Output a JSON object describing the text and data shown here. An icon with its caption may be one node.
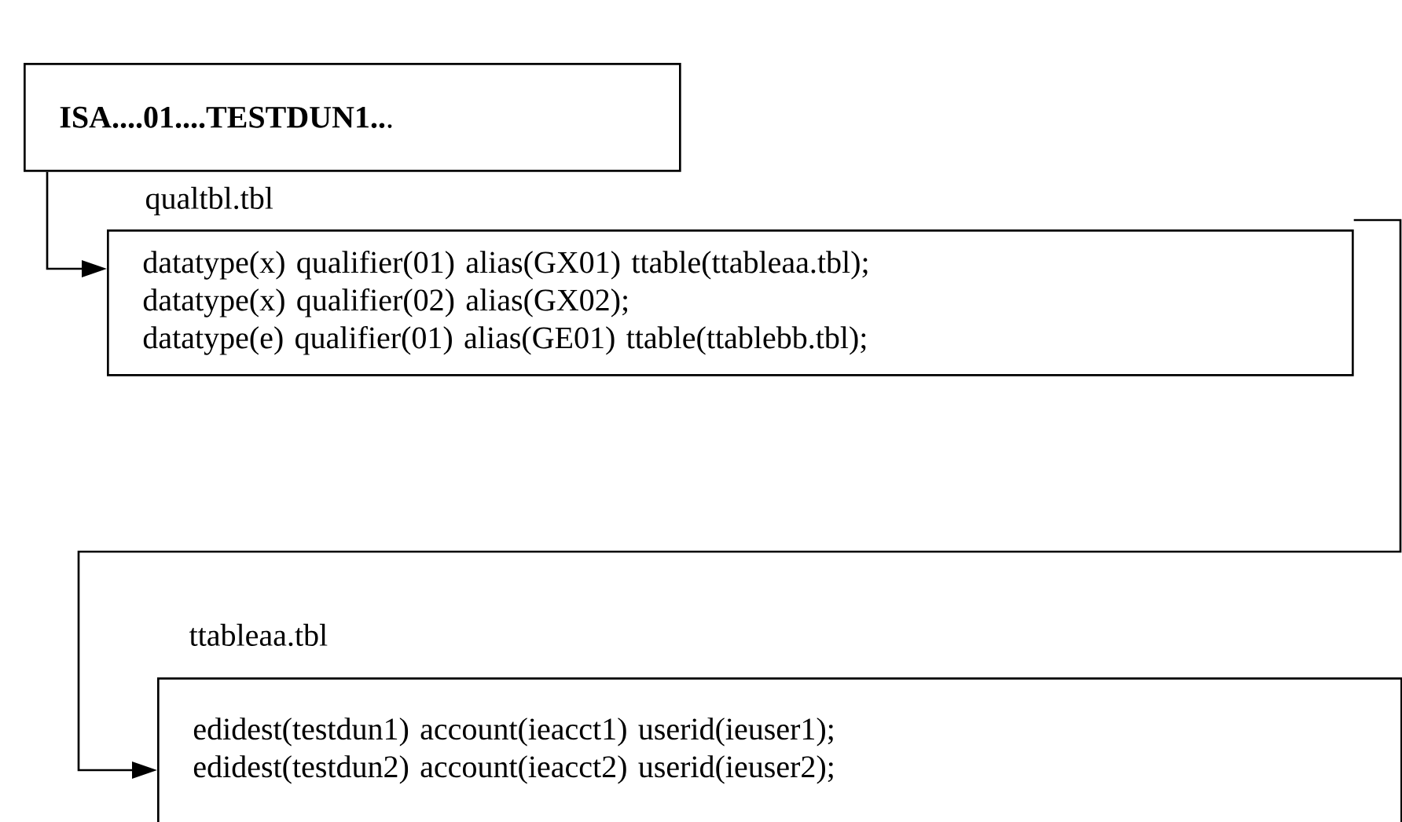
{
  "diagram": {
    "nodes": [
      {
        "text": [
          "**ISA....01....TESTDUN1..**."
        ]
      },
      {
        "text": [
          "qualtbl.tbl",
          "datatype(x) qualifier(01)  alias(GX01) ttable(ttableaa.tbl);",
          "datatype(x) qualifier(02)  alias(GX02);",
          "datatype(e) qualifier(01)  alias(GE01) ttable(ttablebb.tbl);"
        ]
      },
      {
        "text": [
          "ttableaa.tbl",
          "edidest(testdun1) account(ieacct1) userid(ieuser1);",
          "edidest(testdun2) account(ieacct2) userid(ieuser2);"
        ]
      }
    ],
    "edges": [
      {
        "from": 0,
        "to": 1,
        "arrow": "to"
      },
      {
        "from": 1,
        "to": 2,
        "arrow": "to"
      }
    ]
  }
}
